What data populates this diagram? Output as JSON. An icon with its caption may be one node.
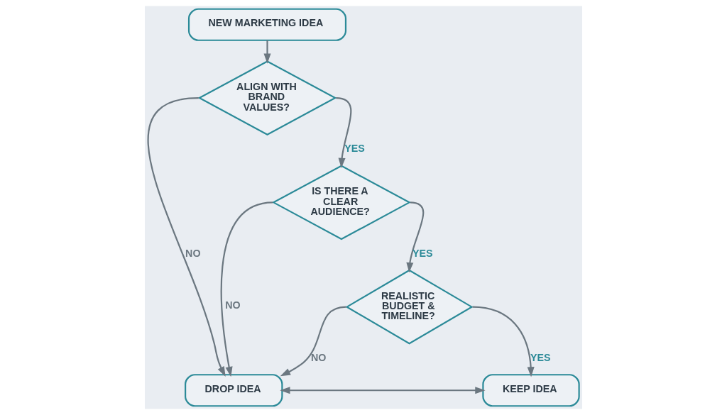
{
  "diagram": {
    "nodes": [
      {
        "text": [
          "NEW MARKETING IDEA"
        ]
      },
      {
        "text": [
          "ALIGN WITH BRAND VALUES?"
        ]
      },
      {
        "text": [
          "IS THERE A CLEAR AUDIENCE?"
        ]
      },
      {
        "text": [
          "REALISTIC BUDGET & TIMELINE?"
        ]
      },
      {
        "text": [
          "DROP IDEA"
        ]
      },
      {
        "text": [
          "KEEP IDEA"
        ]
      }
    ],
    "edges": [
      {
        "from": 0,
        "to": 1,
        "arrow": "to"
      },
      {
        "from": 1,
        "to": 4,
        "arrow": "to",
        "label": "NO"
      },
      {
        "from": 1,
        "to": 2,
        "arrow": "to",
        "label": "YES"
      },
      {
        "from": 2,
        "to": 4,
        "arrow": "to",
        "label": "NO"
      },
      {
        "from": 2,
        "to": 3,
        "arrow": "to",
        "label": "YES"
      },
      {
        "from": 3,
        "to": 4,
        "arrow": "to",
        "label": "NO"
      },
      {
        "from": 3,
        "to": 5,
        "arrow": "to",
        "label": "YES"
      },
      {
        "from": 4,
        "to": 5,
        "arrow": "both"
      }
    ]
  }
}
